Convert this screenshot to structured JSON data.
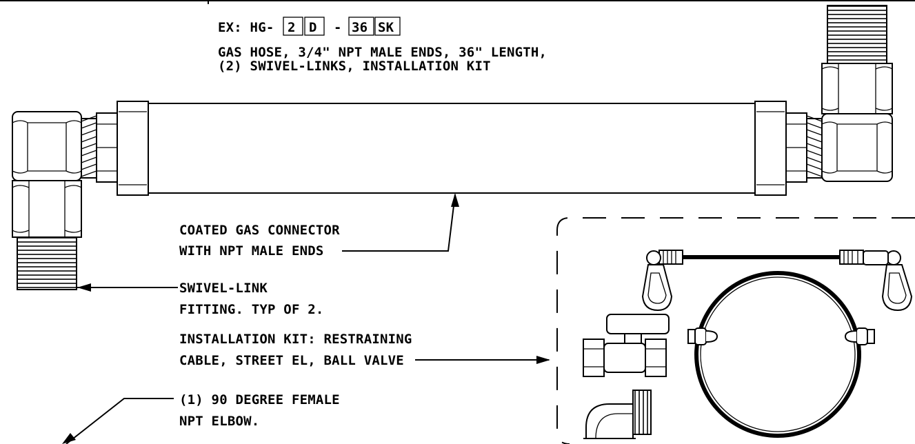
{
  "example": {
    "prefix": "EX: HG-",
    "box1": "2",
    "box2": "D",
    "dash": "-",
    "box3": "36",
    "box4": "SK"
  },
  "description": {
    "line1": "GAS HOSE, 3/4\" NPT MALE ENDS, 36\" LENGTH,",
    "line2": "(2) SWIVEL-LINKS, INSTALLATION KIT"
  },
  "callouts": {
    "connector": {
      "line1": "COATED GAS CONNECTOR",
      "line2": "WITH NPT MALE ENDS"
    },
    "swivel": {
      "line1": "SWIVEL-LINK",
      "line2": "FITTING. TYP OF 2."
    },
    "kit": {
      "line1": "INSTALLATION KIT: RESTRAINING",
      "line2": "CABLE, STREET EL, BALL VALVE"
    },
    "elbow": {
      "line1": "(1) 90 DEGREE FEMALE",
      "line2": "NPT ELBOW."
    }
  }
}
